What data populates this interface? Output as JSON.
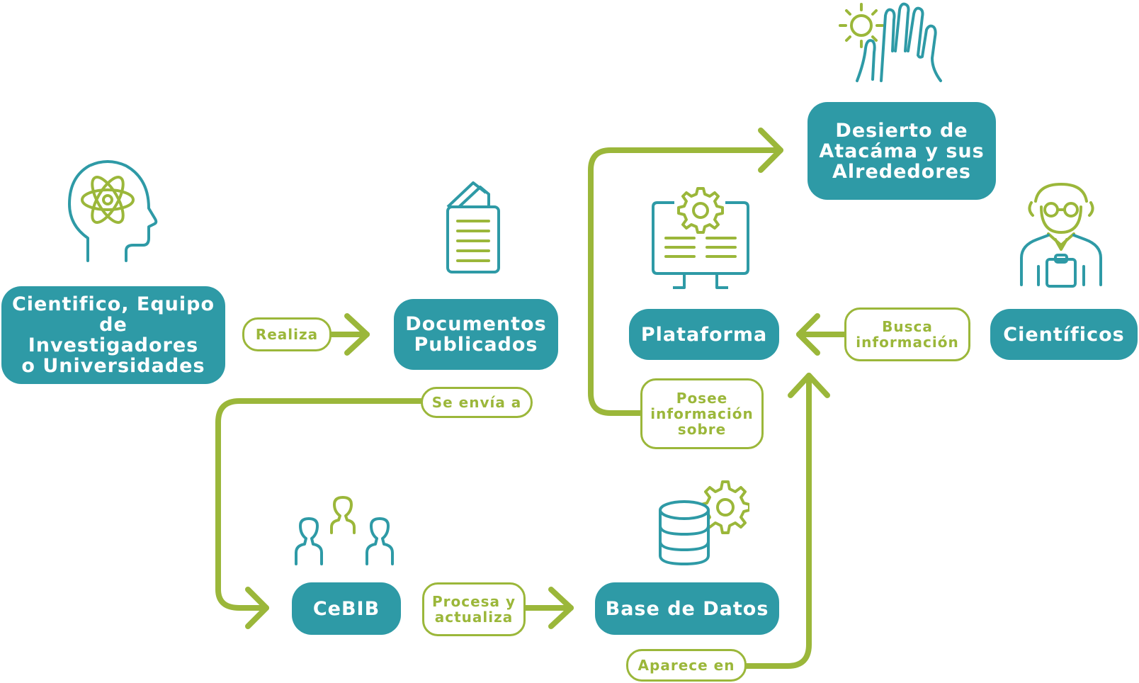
{
  "diagram": {
    "colors": {
      "teal": "#2e9aa6",
      "green": "#9bb73a",
      "white": "#ffffff"
    },
    "nodes": {
      "cientifico": "Cientifico, Equipo\nde Investigadores\no Universidades",
      "documentos": "Documentos\nPublicados",
      "cebib": "CeBIB",
      "base_datos": "Base de Datos",
      "plataforma": "Plataforma",
      "desierto": "Desierto de\nAtacáma y sus\nAlrededores",
      "cientificos": "Científicos"
    },
    "edge_labels": {
      "realiza": "Realiza",
      "se_envia": "Se envía a",
      "procesa": "Procesa y\nactualiza",
      "aparece": "Aparece en",
      "posee": "Posee\ninformación\nsobre",
      "busca": "Busca\ninformación"
    },
    "icons": {
      "cientifico": "head-atom-icon",
      "documentos": "document-icon",
      "cebib": "people-group-icon",
      "base_datos": "database-gear-icon",
      "plataforma": "monitor-gear-icon",
      "desierto": "sun-hand-icon",
      "cientificos": "scientist-icon"
    }
  }
}
